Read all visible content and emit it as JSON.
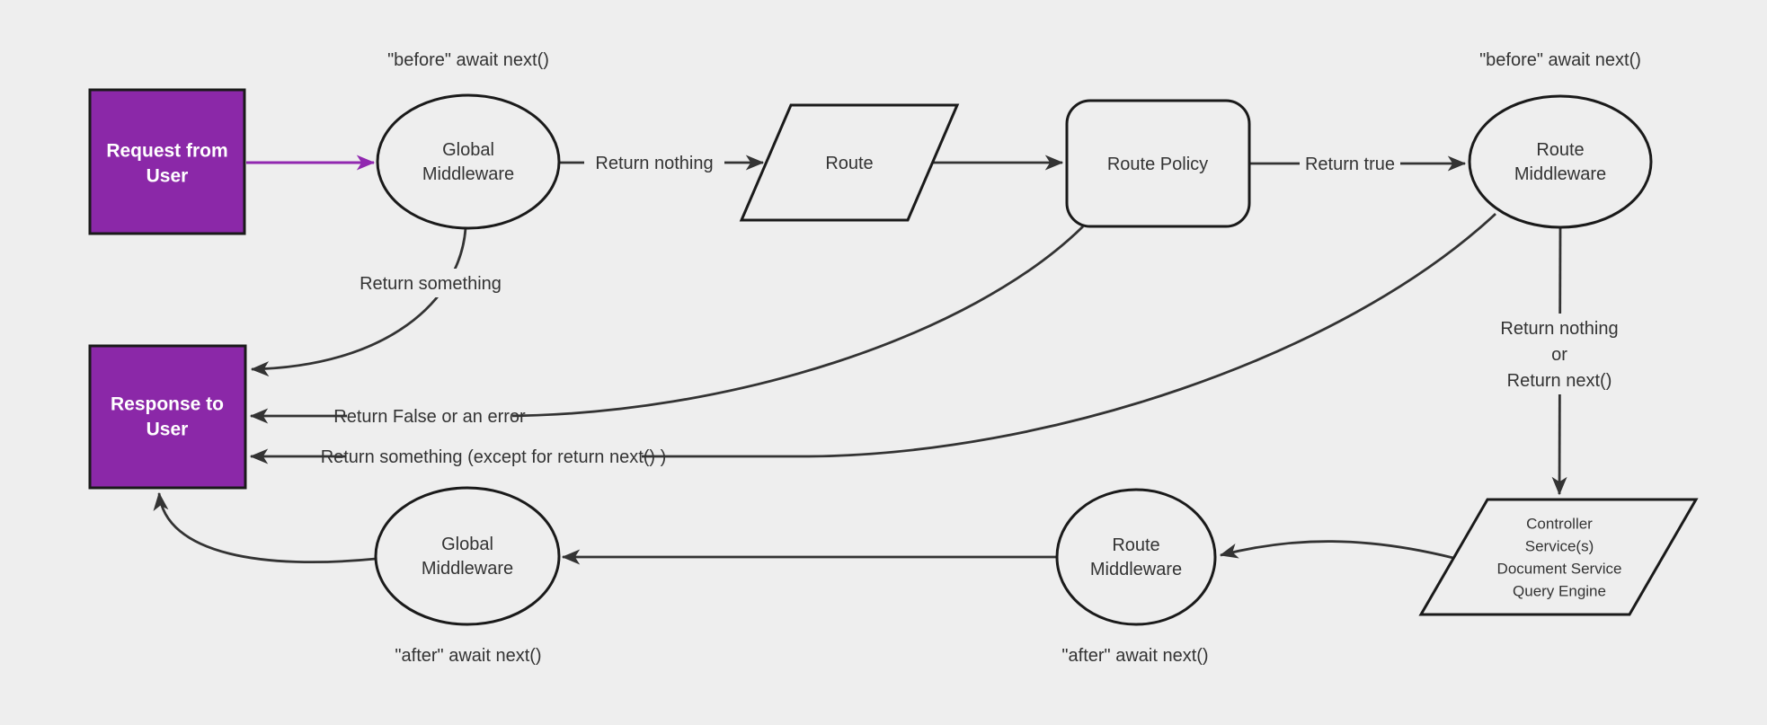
{
  "background": "#eeeeee",
  "colors": {
    "purple_fill": "#8b28a8",
    "purple_arrow": "#9128b0",
    "shape_border": "#1a1a1a",
    "edge_line": "#333333",
    "text": "#333333",
    "box_text": "#ffffff"
  },
  "nodes": {
    "request": {
      "lines": [
        "Request from",
        "User"
      ]
    },
    "response": {
      "lines": [
        "Response to",
        "User"
      ]
    },
    "global_middleware_before": {
      "lines": [
        "Global",
        "Middleware"
      ]
    },
    "route": {
      "label": "Route"
    },
    "route_policy": {
      "label": "Route Policy"
    },
    "route_middleware_before": {
      "lines": [
        "Route",
        "Middleware"
      ]
    },
    "controller_block": {
      "lines": [
        "Controller",
        "Service(s)",
        "Document Service",
        "Query Engine"
      ]
    },
    "route_middleware_after": {
      "lines": [
        "Route",
        "Middleware"
      ]
    },
    "global_middleware_after": {
      "lines": [
        "Global",
        "Middleware"
      ]
    }
  },
  "annotations": {
    "before_await_global": "\"before\" await next()",
    "before_await_route": "\"before\" await next()",
    "after_await_global": "\"after\" await next()",
    "after_await_route": "\"after\" await next()"
  },
  "edge_labels": {
    "return_nothing": "Return nothing",
    "return_true": "Return true",
    "return_something": "Return something",
    "return_false_or_error": "Return False or an error",
    "return_something_except": "Return something (except for return next() )",
    "return_nothing_or_next": [
      "Return nothing",
      "or",
      "Return next()"
    ]
  }
}
